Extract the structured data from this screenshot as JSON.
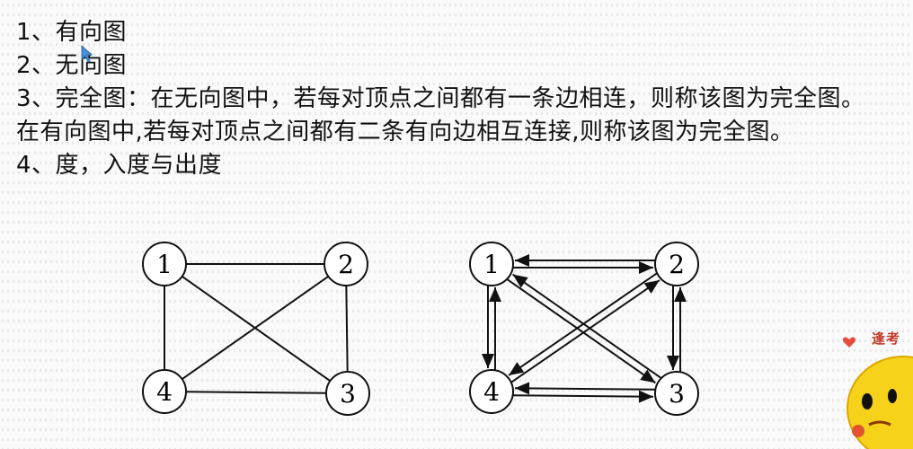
{
  "lines": [
    "1、有向图",
    "2、无向图",
    "3、完全图：在无向图中，若每对顶点之间都有一条边相连，则称该图为完全图。",
    "在有向图中,若每对顶点之间都有二条有向边相互连接,则称该图为完全图。",
    "4、度，入度与出度"
  ],
  "undirected_graph": {
    "nodes": [
      "1",
      "2",
      "3",
      "4"
    ],
    "edges": [
      [
        "1",
        "2"
      ],
      [
        "1",
        "4"
      ],
      [
        "1",
        "3"
      ],
      [
        "2",
        "4"
      ],
      [
        "2",
        "3"
      ],
      [
        "4",
        "3"
      ]
    ]
  },
  "directed_graph": {
    "nodes": [
      "1",
      "2",
      "3",
      "4"
    ],
    "edges": [
      [
        "1",
        "2"
      ],
      [
        "2",
        "1"
      ],
      [
        "1",
        "4"
      ],
      [
        "4",
        "1"
      ],
      [
        "1",
        "3"
      ],
      [
        "3",
        "1"
      ],
      [
        "2",
        "4"
      ],
      [
        "4",
        "2"
      ],
      [
        "2",
        "3"
      ],
      [
        "3",
        "2"
      ],
      [
        "4",
        "3"
      ],
      [
        "3",
        "4"
      ]
    ]
  },
  "watermark": {
    "brand": "逢考"
  },
  "colors": {
    "text": "#111111",
    "brand": "#c0392b",
    "heart": "#e74c3c",
    "mascot": "#f6d21a"
  }
}
